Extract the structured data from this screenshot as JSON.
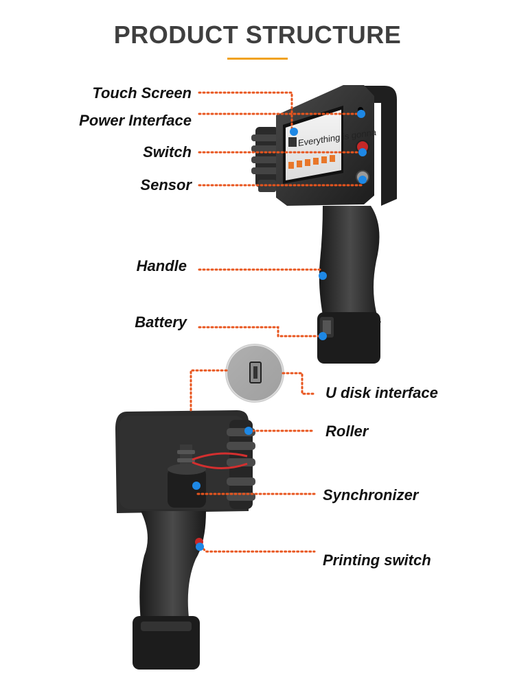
{
  "header": {
    "title": "PRODUCT STRUCTURE"
  },
  "colors": {
    "accent_rule": "#f0a21b",
    "leader": "#e8551e",
    "marker": "#1e88e5",
    "device": "#2b2b2b"
  },
  "device_screen": {
    "text": "Everything is gonna"
  },
  "labels": {
    "touch_screen": "Touch Screen",
    "power_interface": "Power Interface",
    "switch": "Switch",
    "sensor": "Sensor",
    "handle": "Handle",
    "battery": "Battery",
    "u_disk_interface": "U disk interface",
    "roller": "Roller",
    "synchronizer": "Synchronizer",
    "printing_switch": "Printing switch"
  }
}
